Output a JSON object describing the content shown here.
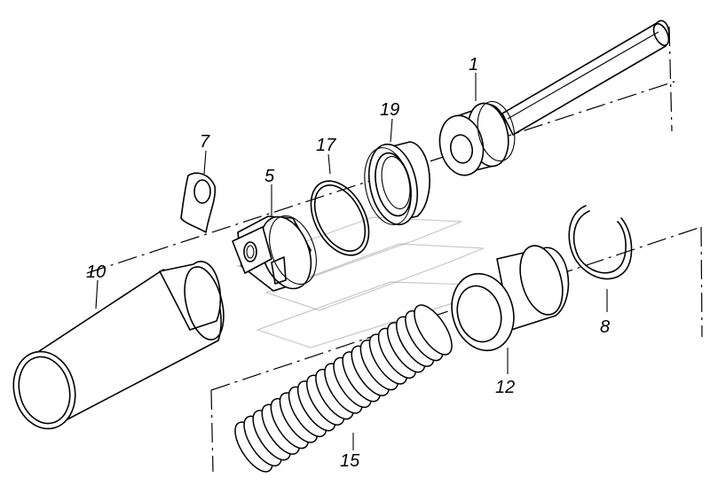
{
  "callouts": {
    "part_1": "1",
    "part_5": "5",
    "part_7": "7",
    "part_8": "8",
    "part_10": "10",
    "part_12": "12",
    "part_15": "15",
    "part_17": "17",
    "part_19": "19"
  },
  "colors": {
    "line": "#000000",
    "background": "#ffffff",
    "watermark": "#9a9a9a"
  }
}
